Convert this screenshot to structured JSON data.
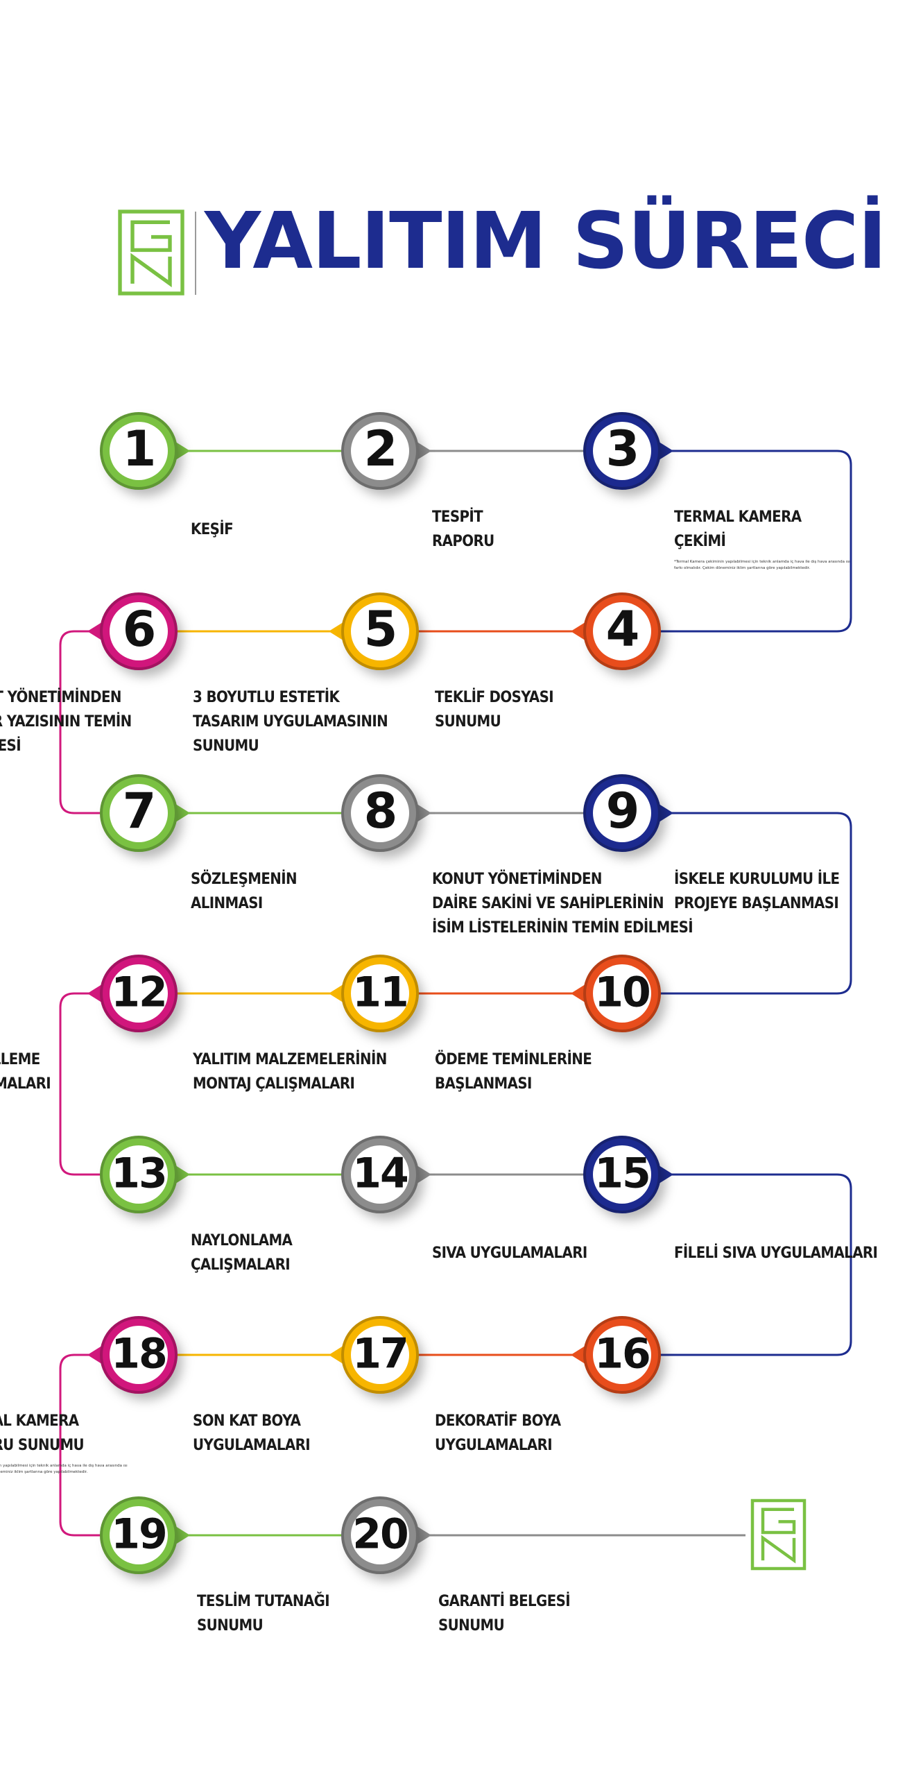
{
  "title": "YALITIM SÜRECİ",
  "logo": {
    "icon": "gn-logo-icon",
    "color": "#7ac143"
  },
  "colors": {
    "title": "#1d2c8f",
    "green": "#7ac143",
    "gray": "#8c8c8c",
    "navy": "#1d2c8f",
    "orange": "#e84e1b",
    "yellow": "#f7b500",
    "magenta": "#d1187c"
  },
  "steps": [
    {
      "num": "1",
      "label": "KEŞİF",
      "color": "green"
    },
    {
      "num": "2",
      "label": "TESPİT\nRAPORU",
      "color": "gray"
    },
    {
      "num": "3",
      "label": "TERMAL KAMERA\nÇEKİMİ",
      "color": "navy",
      "note": "*Termal Kamera çekiminin yapılabilmesi için teknik anlamda iç hava ile dış hava arasında ısı farkı olmalıdır. Çekim döneminiz iklim şartlarına göre yapılabilmektedir."
    },
    {
      "num": "4",
      "label": "TEKLİF DOSYASI\nSUNUMU",
      "color": "orange"
    },
    {
      "num": "5",
      "label": "3 BOYUTLU ESTETİK\nTASARIM UYGULAMASININ\nSUNUMU",
      "color": "yellow"
    },
    {
      "num": "6",
      "label": "KONUT YÖNETİMİNDEN\nKARAR YAZISININ TEMİN\nEDİLMESİ",
      "color": "magenta"
    },
    {
      "num": "7",
      "label": "SÖZLEŞMENİN\nALINMASI",
      "color": "green"
    },
    {
      "num": "8",
      "label": "KONUT YÖNETİMİNDEN\nDAİRE SAKİNİ VE SAHİPLERİNİN\nİSİM LİSTELERİNİN TEMİN EDİLMESİ",
      "color": "gray"
    },
    {
      "num": "9",
      "label": "İSKELE KURULUMU İLE\nPROJEYE BAŞLANMASI",
      "color": "navy"
    },
    {
      "num": "10",
      "label": "ÖDEME TEMİNLERİNE\nBAŞLANMASI",
      "color": "orange"
    },
    {
      "num": "11",
      "label": "YALITIM MALZEMELERİNİN\nMONTAJ ÇALIŞMALARI",
      "color": "yellow"
    },
    {
      "num": "12",
      "label": "DÜBELLEME\nÇALIŞMALARI",
      "color": "magenta"
    },
    {
      "num": "13",
      "label": "NAYLONLAMA\nÇALIŞMALARI",
      "color": "green"
    },
    {
      "num": "14",
      "label": "SIVA UYGULAMALARI",
      "color": "gray"
    },
    {
      "num": "15",
      "label": "FİLELİ SIVA UYGULAMALARI",
      "color": "navy"
    },
    {
      "num": "16",
      "label": "DEKORATİF BOYA\nUYGULAMALARI",
      "color": "orange"
    },
    {
      "num": "17",
      "label": "SON KAT BOYA\nUYGULAMALARI",
      "color": "yellow"
    },
    {
      "num": "18",
      "label": "TERMAL KAMERA\nRAPORU SUNUMU",
      "color": "magenta",
      "note": "*Termal Kamera çekiminin yapılabilmesi için teknik anlamda iç hava ile dış hava arasında ısı farkı olmalıdır. Çekim döneminiz iklim şartlarına göre yapılabilmektedir."
    },
    {
      "num": "19",
      "label": "TESLİM TUTANAĞI\nSUNUMU",
      "color": "green"
    },
    {
      "num": "20",
      "label": "GARANTİ BELGESİ\nSUNUMU",
      "color": "gray"
    }
  ]
}
